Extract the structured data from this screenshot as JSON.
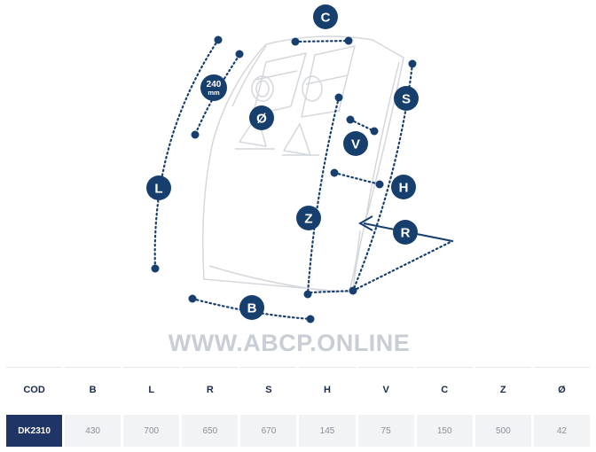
{
  "diagram": {
    "labels": {
      "C": "C",
      "S": "S",
      "V": "V",
      "H": "H",
      "R": "R",
      "Z": "Z",
      "L": "L",
      "B": "B",
      "diameter": "Ø",
      "bolt_line1": "240",
      "bolt_line2": "mm"
    },
    "colors": {
      "marker": "#173f6e",
      "outline": "#d4d7dc",
      "watermark": "#c9ced6"
    }
  },
  "watermark": "WWW.ABCP.ONLINE",
  "table": {
    "headers": [
      "COD",
      "B",
      "L",
      "R",
      "S",
      "H",
      "V",
      "C",
      "Z",
      "Ø"
    ],
    "row": [
      "DK2310",
      "430",
      "700",
      "650",
      "670",
      "145",
      "75",
      "150",
      "500",
      "42"
    ]
  }
}
